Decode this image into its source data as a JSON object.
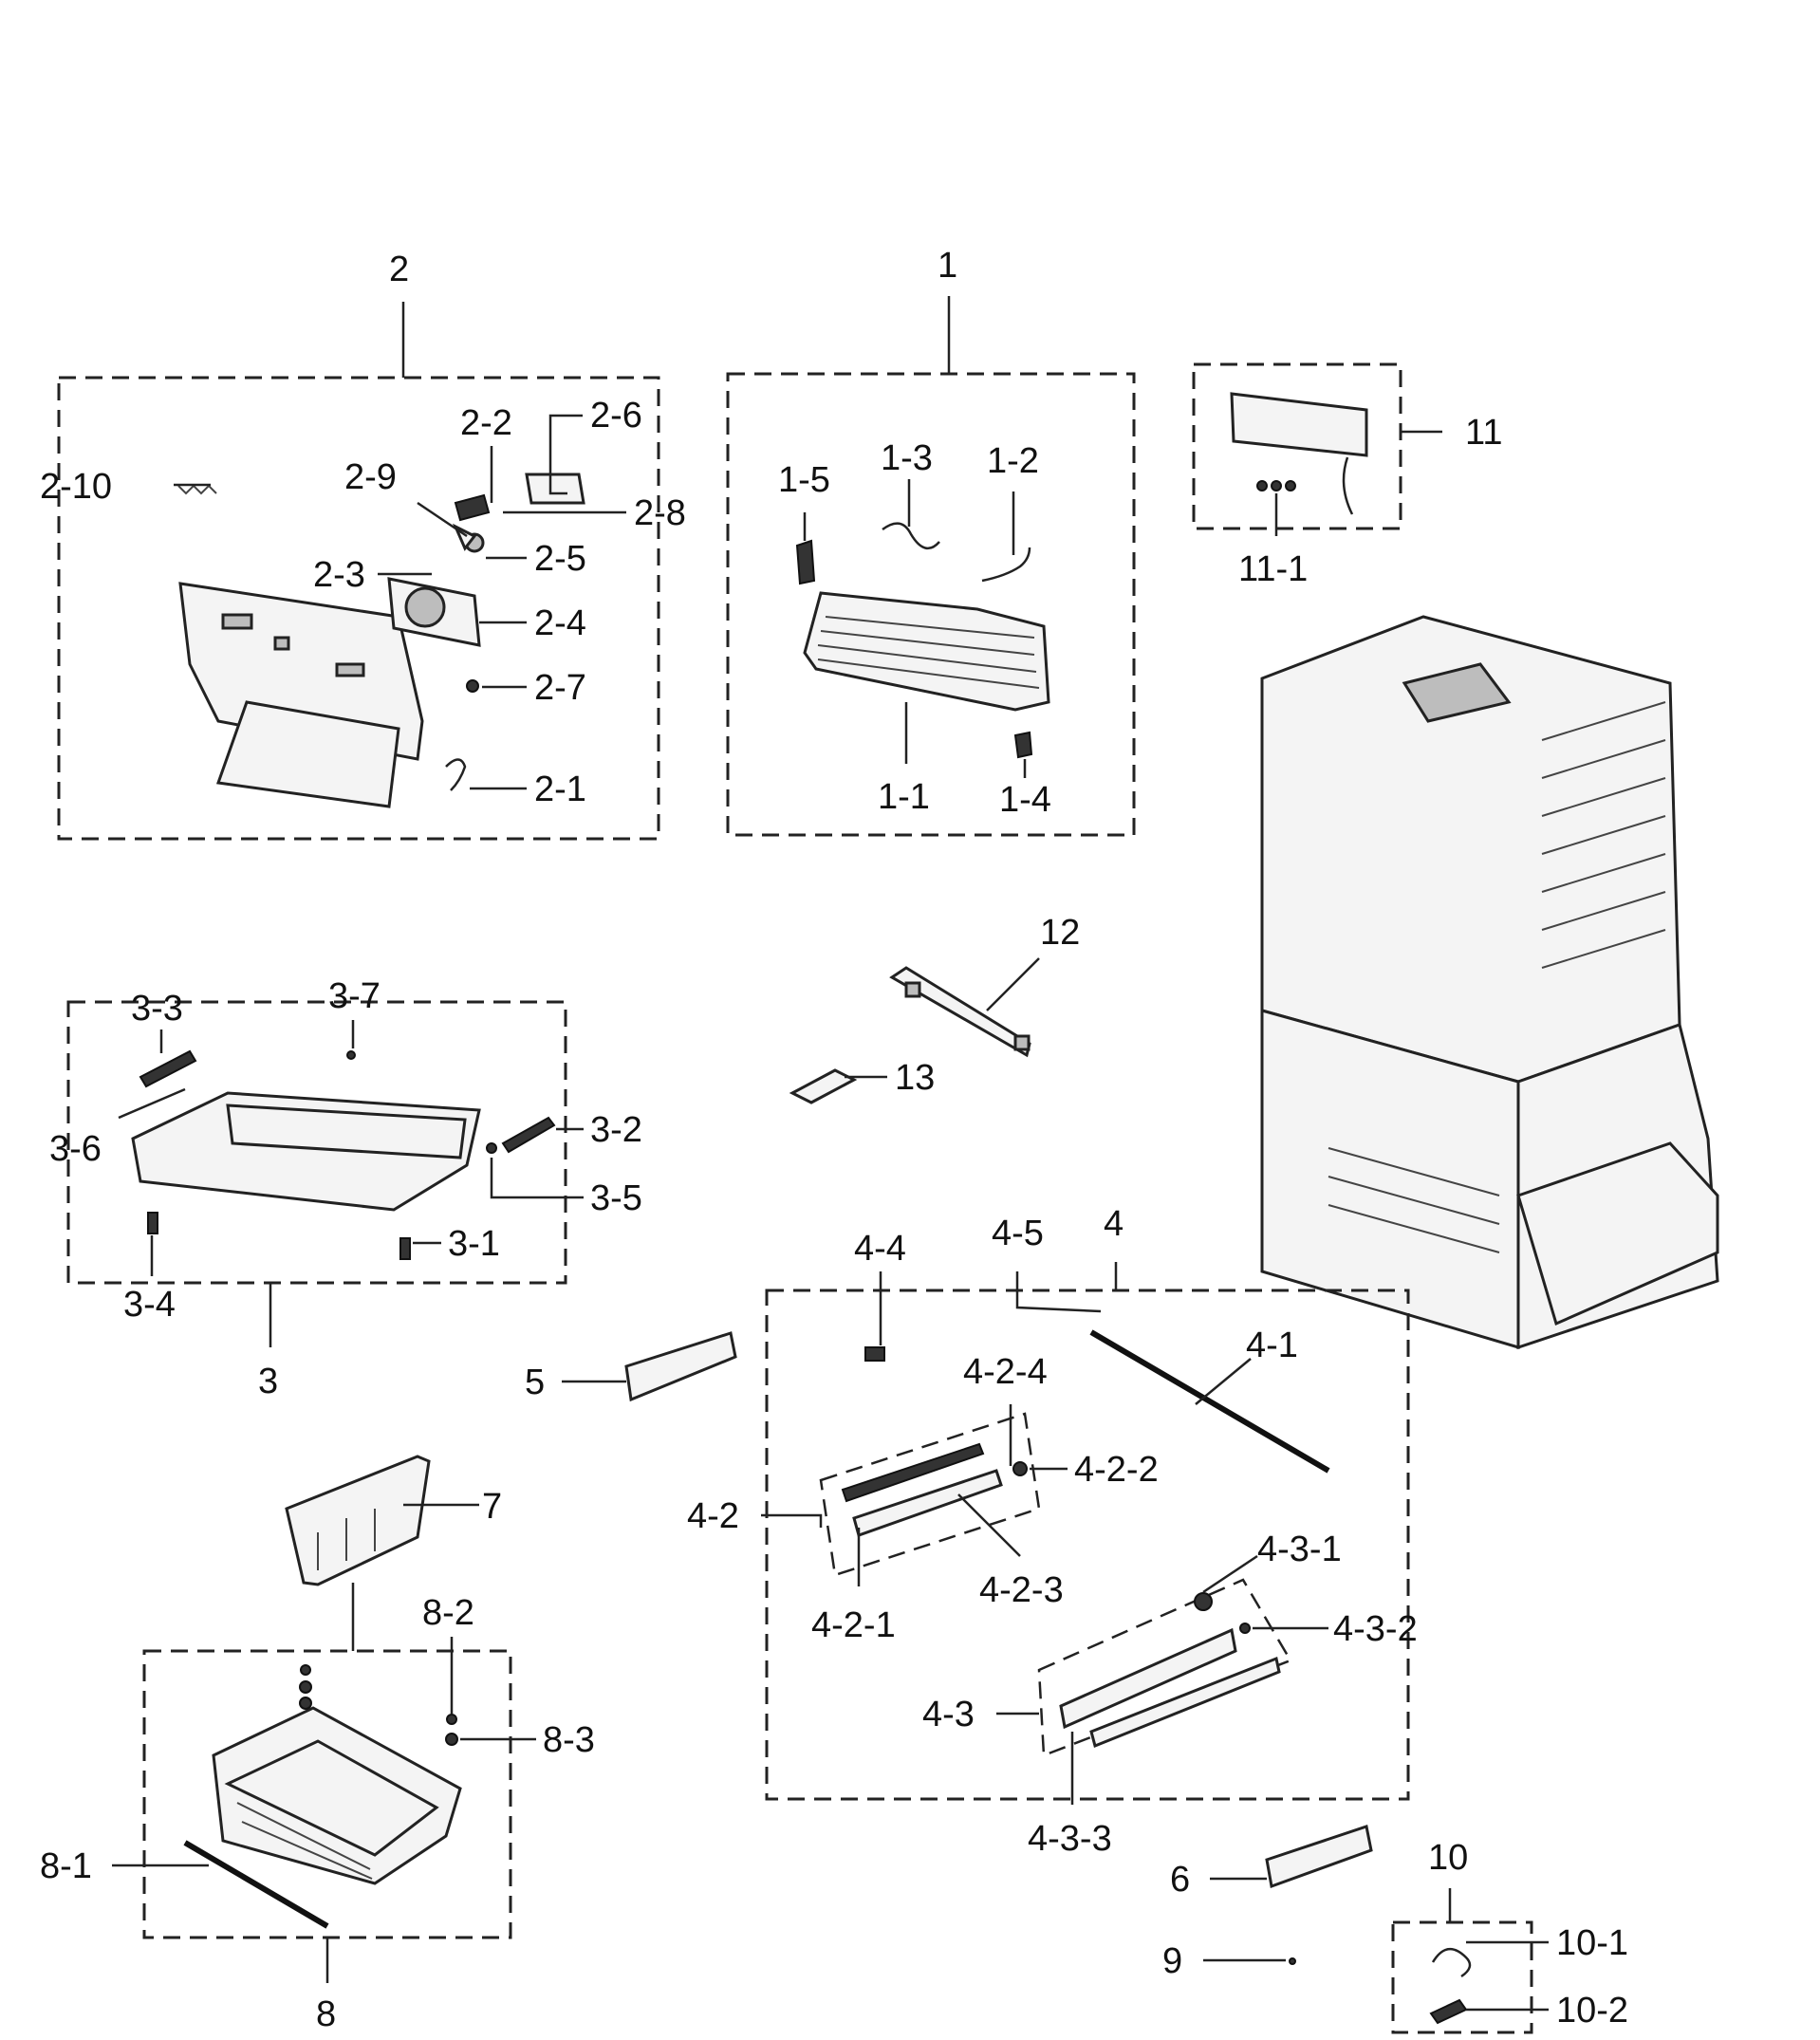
{
  "groups": {
    "g1": {
      "label": "1",
      "items": [
        "1-1",
        "1-2",
        "1-3",
        "1-4",
        "1-5"
      ]
    },
    "g2": {
      "label": "2",
      "items": [
        "2-1",
        "2-2",
        "2-3",
        "2-4",
        "2-5",
        "2-6",
        "2-7",
        "2-8",
        "2-9",
        "2-10"
      ]
    },
    "g3": {
      "label": "3",
      "items": [
        "3-1",
        "3-2",
        "3-3",
        "3-4",
        "3-5",
        "3-6",
        "3-7"
      ]
    },
    "g4": {
      "label": "4",
      "items": [
        "4-1",
        "4-2",
        "4-2-1",
        "4-2-2",
        "4-2-3",
        "4-2-4",
        "4-3",
        "4-3-1",
        "4-3-2",
        "4-3-3",
        "4-4",
        "4-5"
      ]
    },
    "g8": {
      "label": "8",
      "items": [
        "8-1",
        "8-2",
        "8-3"
      ]
    },
    "g10": {
      "label": "10",
      "items": [
        "10-1",
        "10-2"
      ]
    },
    "g11": {
      "label": "11",
      "items": [
        "11-1"
      ]
    }
  },
  "singles": {
    "p5": "5",
    "p6": "6",
    "p7": "7",
    "p9": "9",
    "p12": "12",
    "p13": "13"
  }
}
